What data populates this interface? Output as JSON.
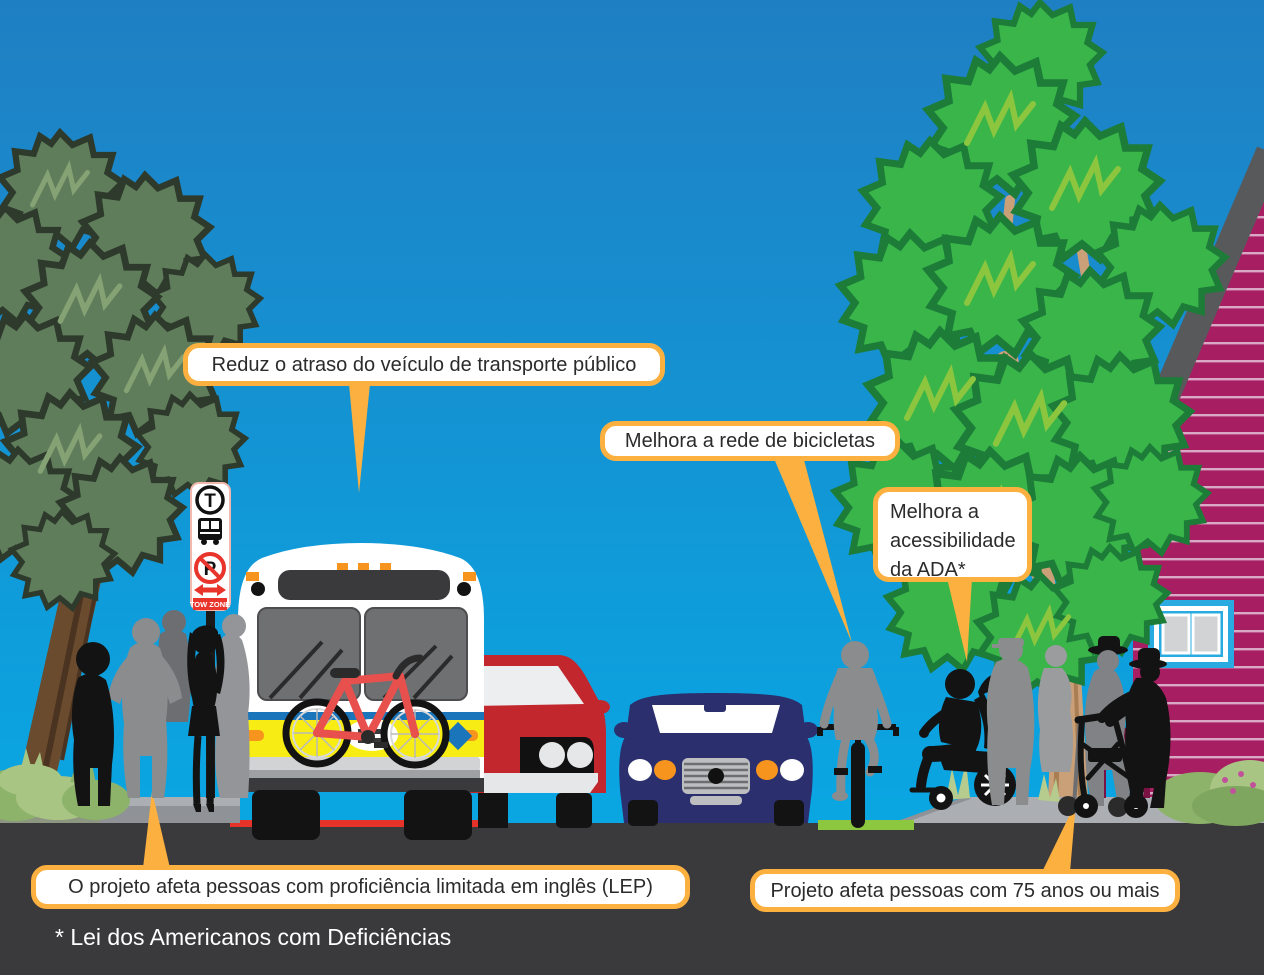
{
  "figure": {
    "type": "street-cross-section-infographic",
    "language": "pt-BR"
  },
  "callouts": [
    {
      "id": "transit-delay",
      "text": "Reduz o atraso do veículo de transporte público"
    },
    {
      "id": "bike-network",
      "text": "Melhora a rede de bicicletas"
    },
    {
      "id": "ada-accessibility",
      "text": "Melhora a acessibilidade da ADA*"
    },
    {
      "id": "lep-riders",
      "text": "O projeto afeta pessoas com proficiência limitada em inglês (LEP)"
    },
    {
      "id": "seniors-75",
      "text": "Projeto afeta pessoas com 75 anos ou mais"
    }
  ],
  "footnote": "* Lei dos Americanos com Deficiências",
  "bus_stop_sign": {
    "transit_logo": "T",
    "no_parking_letter": "P",
    "tow_zone": "TOW ZONE"
  },
  "colors": {
    "callout_border": "#FBB040",
    "sky_top": "#1F7FC3",
    "sky_bottom": "#09A7E3",
    "road": "#3A3A3C",
    "curb_line_red": "#E6332A",
    "bike_lane_green": "#8DC63F",
    "bus_yellow": "#F7EC13",
    "bus_blue": "#1B75BB",
    "house_magenta": "#A81E62",
    "tree_bright_green": "#39B54A",
    "tree_dark_green": "#5F7D5B"
  }
}
